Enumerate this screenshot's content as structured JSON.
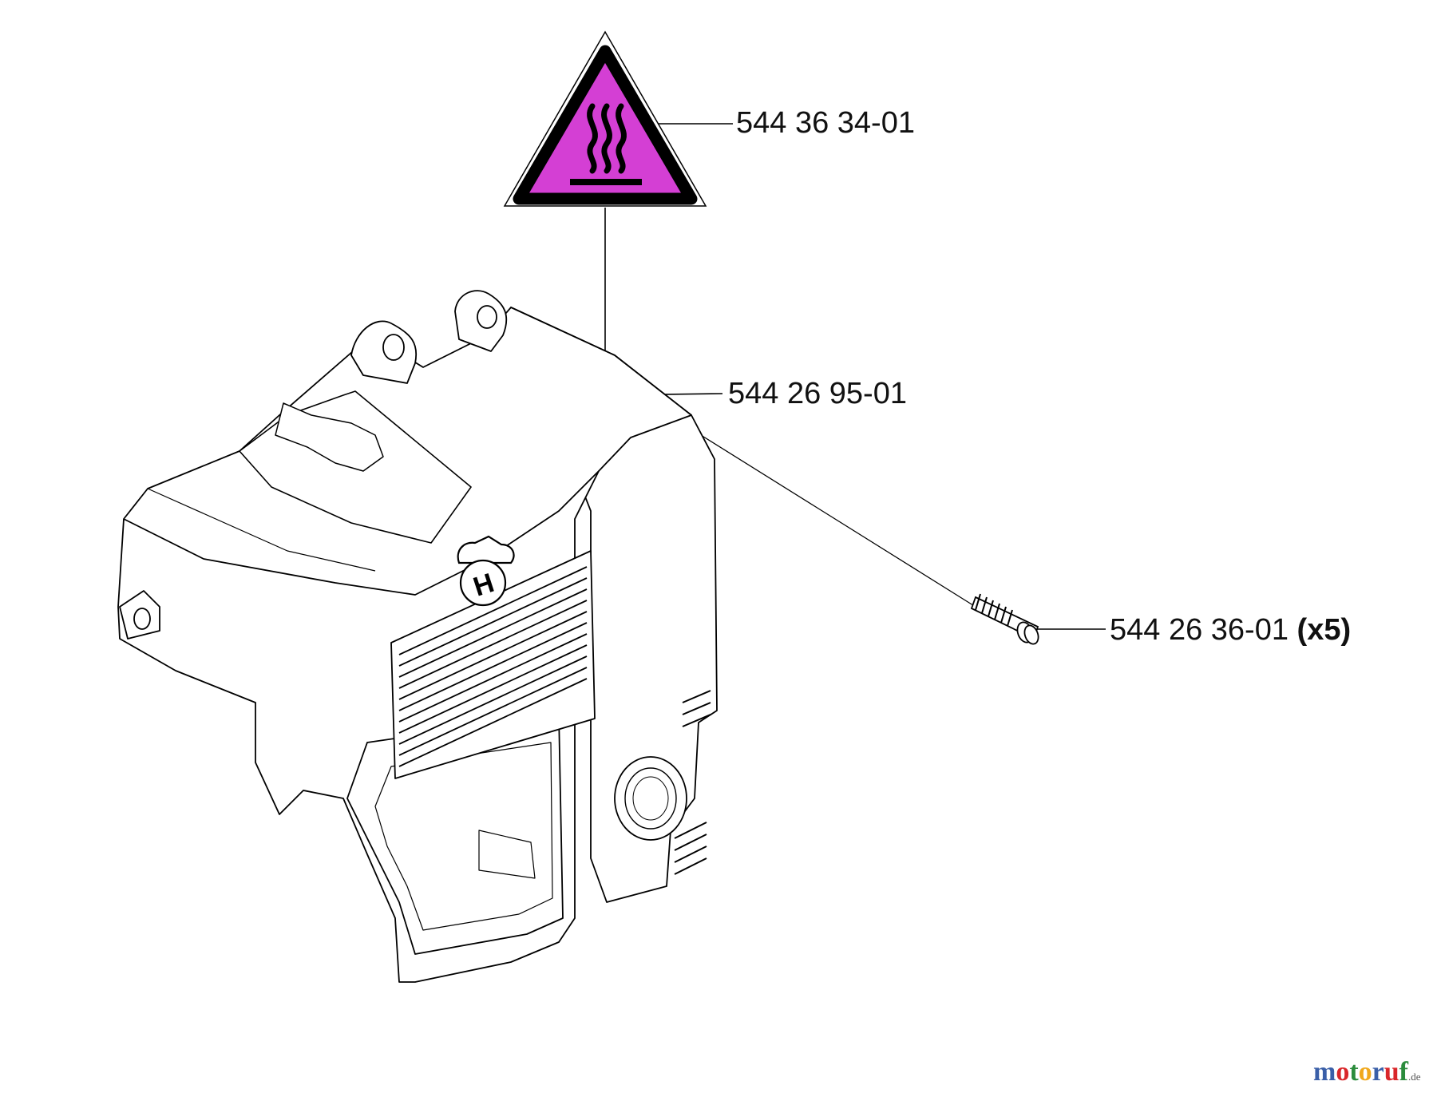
{
  "parts": [
    {
      "id": "warning-label",
      "number": "544 36 34-01",
      "qty": ""
    },
    {
      "id": "cylinder-cover",
      "number": "544 26 95-01",
      "qty": ""
    },
    {
      "id": "screw",
      "number": "544 26 36-01",
      "qty": "(x5)"
    }
  ],
  "warning_symbol": {
    "icon": "hot-surface-warning-icon",
    "fill": "#d43fd4",
    "border": "#000000"
  },
  "watermark": {
    "letters": [
      "m",
      "o",
      "t",
      "o",
      "r",
      "u",
      "f"
    ],
    "letter_colors": [
      "#3a5fa8",
      "#d9262a",
      "#2b8c3c",
      "#f0a81c",
      "#3a5fa8",
      "#d9262a",
      "#2b8c3c"
    ],
    "suffix": ".de"
  }
}
